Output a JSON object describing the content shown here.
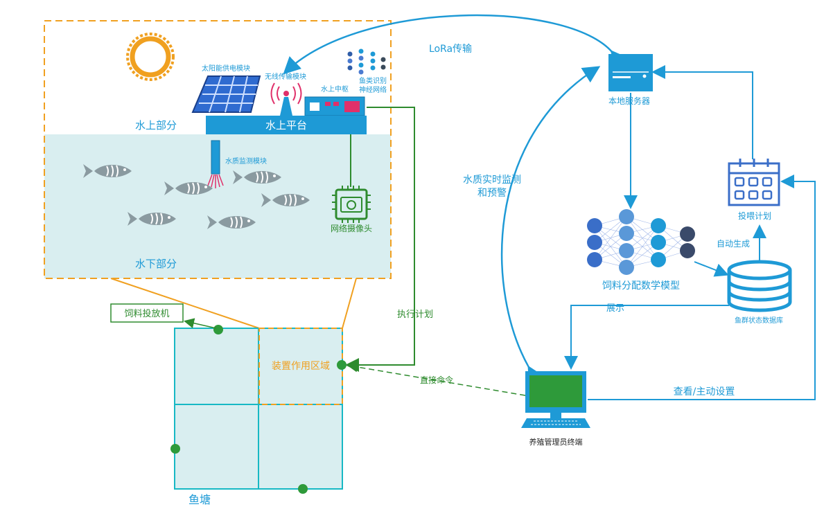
{
  "labels": {
    "above_water": "水上部分",
    "underwater": "水下部分",
    "solar_module": "太阳能供电模块",
    "wireless_module": "无线传输模块",
    "hub": "水上中枢",
    "fish_nn": "鱼类识别\n神经网络",
    "platform": "水上平台",
    "water_sensor": "水质监测模块",
    "camera": "网络摄像头",
    "feeder": "饲料投放机",
    "device_zone": "装置作用区域",
    "pond": "鱼塘",
    "lora": "LoRa传输",
    "server": "本地服务器",
    "water_monitor": "水质实时监测\n和预警",
    "feed_model": "饲料分配数学模型",
    "feeding_plan": "投喂计划",
    "auto_gen": "自动生成",
    "fish_db": "鱼群状态数据库",
    "display": "展示",
    "exec_plan": "执行计划",
    "direct_cmd": "直接命令",
    "view_set": "查看/主动设置",
    "terminal": "养殖管理员终端"
  },
  "colors": {
    "blue": "#1e9ad6",
    "dark_blue": "#2f5da8",
    "green": "#2e8b2e",
    "orange": "#f0a020",
    "water": "#d9eef0",
    "teal": "#17b8c4"
  }
}
